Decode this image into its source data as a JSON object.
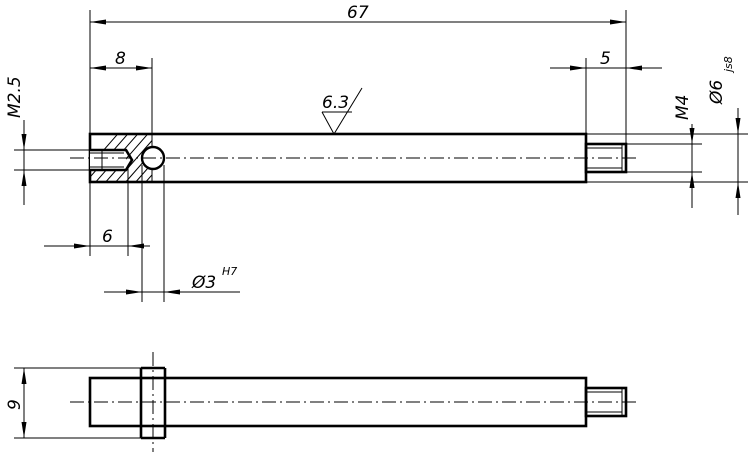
{
  "dimensions": {
    "overall_length": "67",
    "counterbore_depth": "8",
    "thread_length": "5",
    "small_thread": "M2.5",
    "thread": "M4",
    "shaft_diameter": "Ø6",
    "shaft_tolerance": "js8",
    "hole_offset": "6",
    "cross_hole": "Ø3",
    "cross_hole_tolerance": "H7",
    "surface_roughness": "6.3",
    "width": "9"
  }
}
